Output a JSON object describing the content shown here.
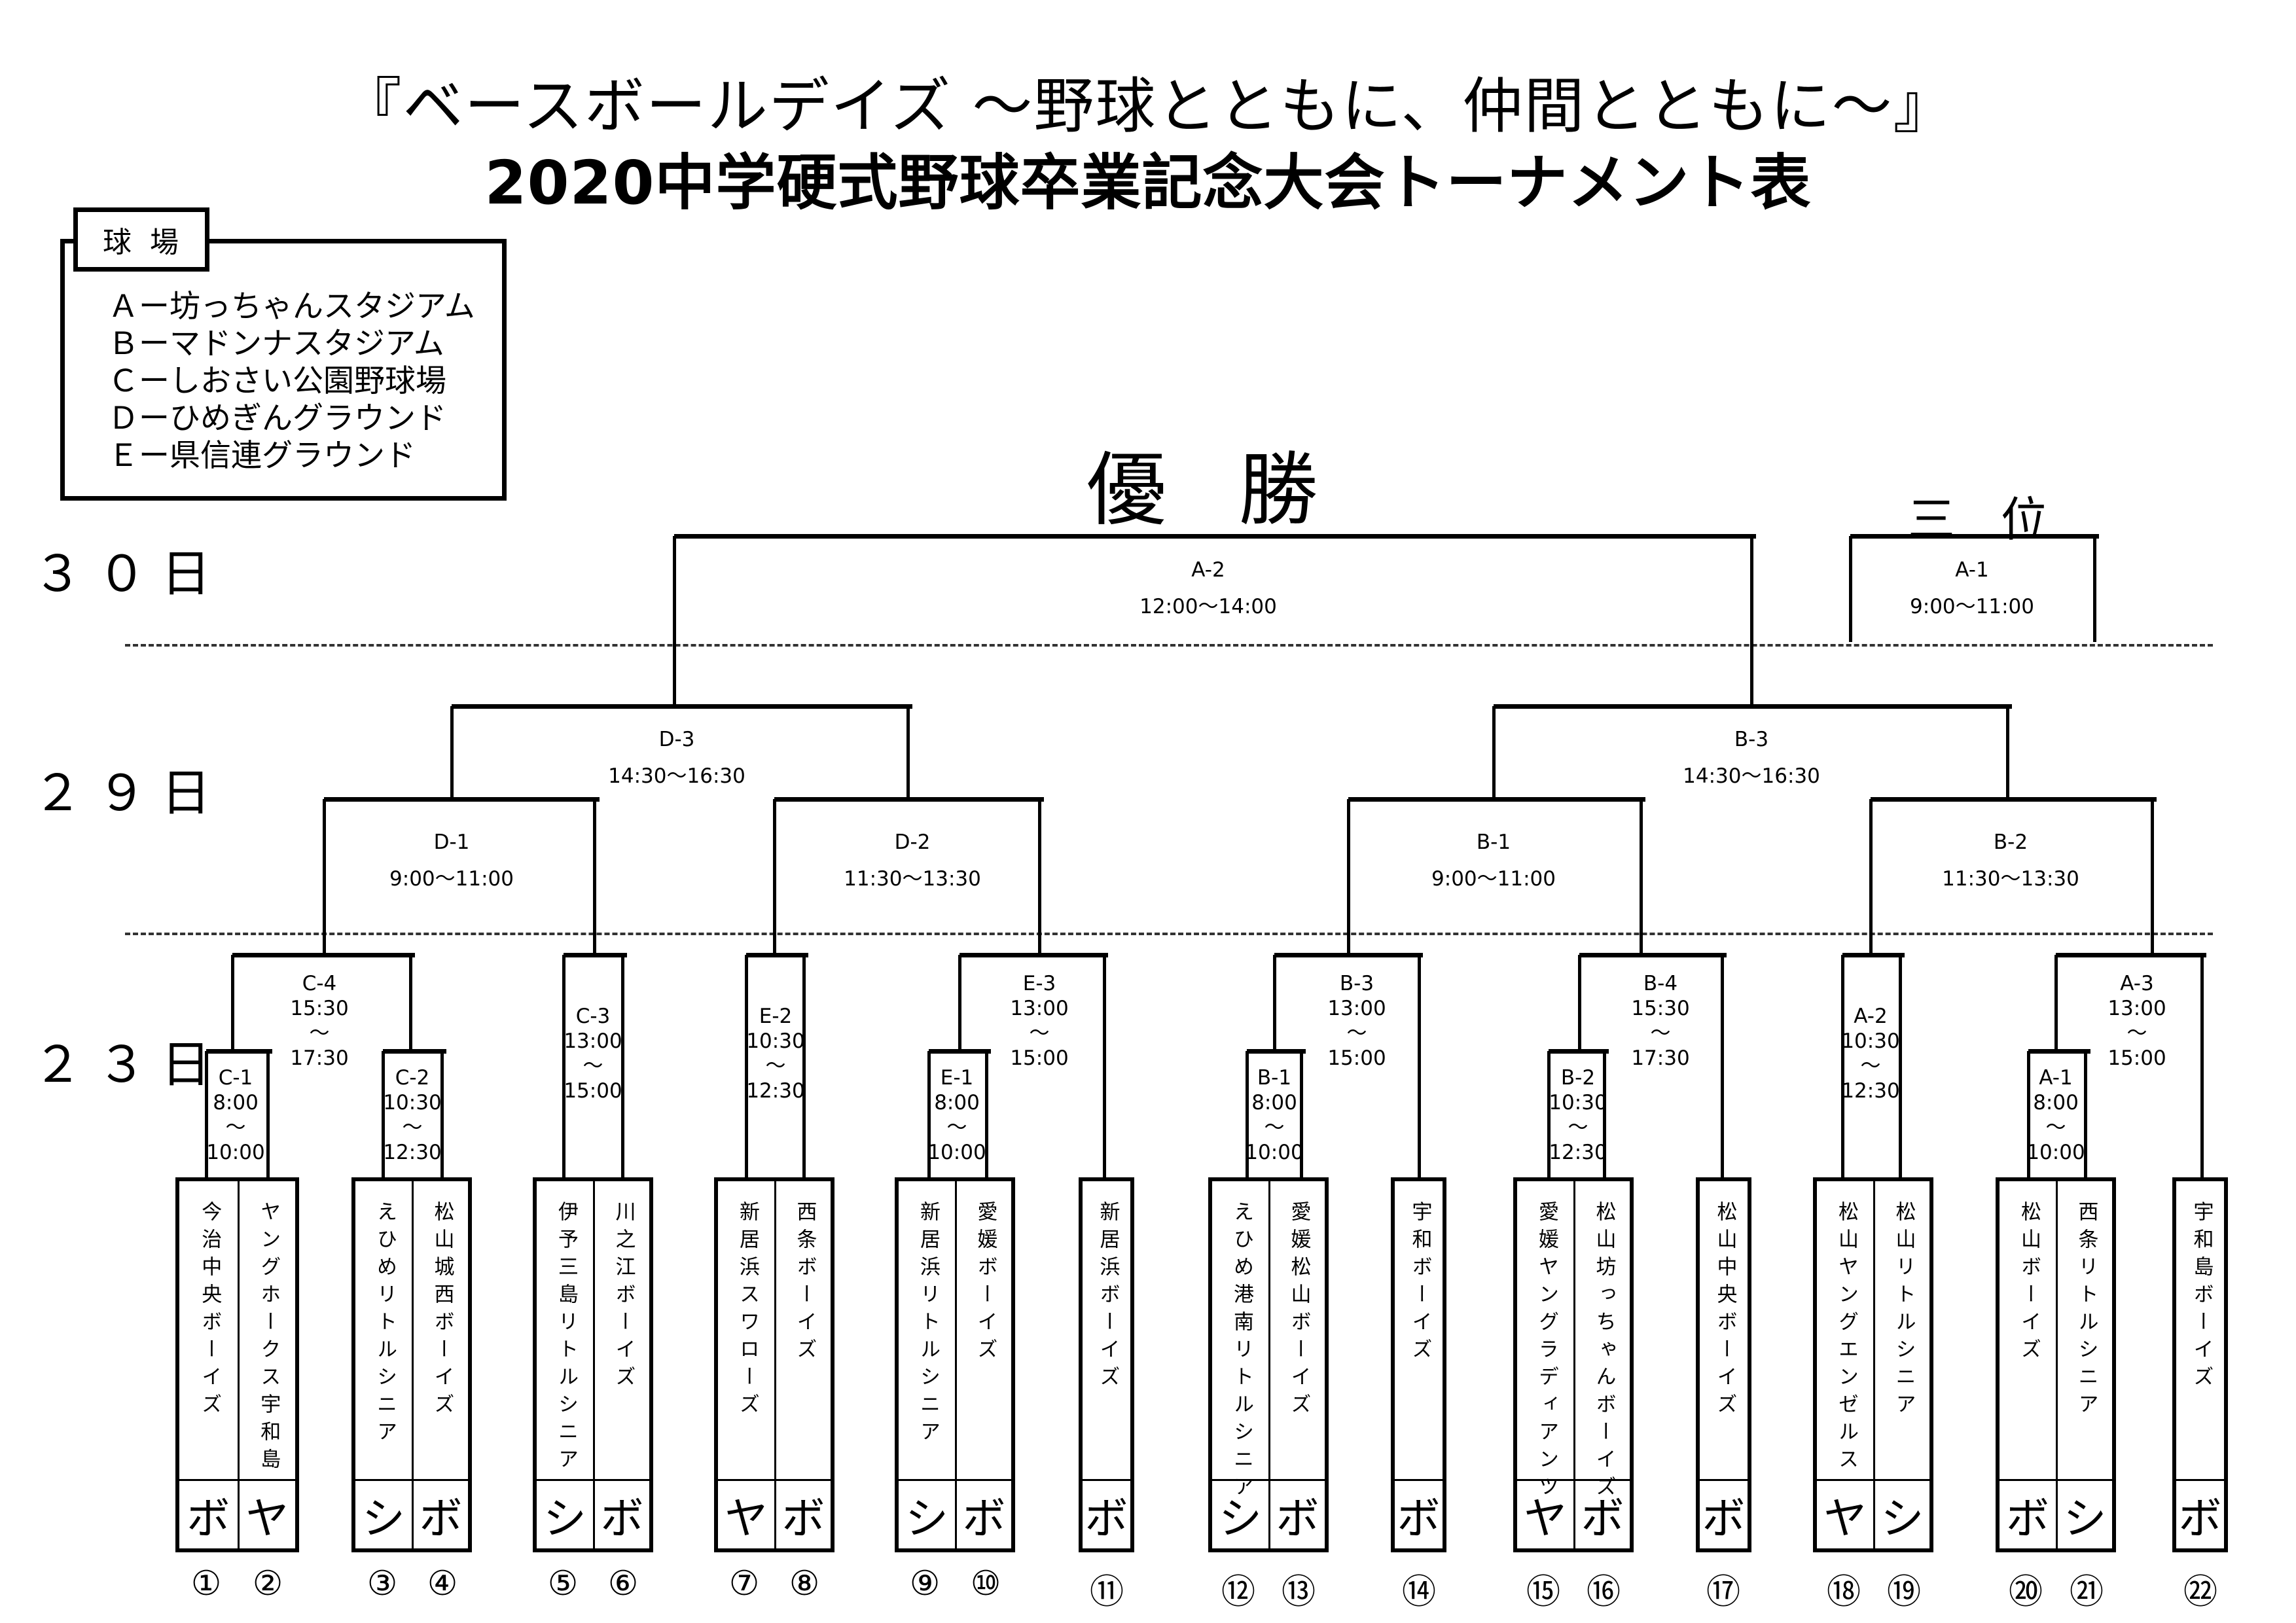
{
  "title": {
    "line1": "『ベースボールデイズ ～野球とともに、仲間とともに～』",
    "line2": "2020中学硬式野球卒業記念大会トーナメント表"
  },
  "legend": {
    "heading": "球場",
    "items": [
      "Ａー坊っちゃんスタジアム",
      "Ｂーマドンナスタジアム",
      "Ｃーしおさい公園野球場",
      "Ｄーひめぎんグラウンド",
      "Ｅー県信連グラウンド"
    ]
  },
  "days": {
    "day30": "３０日",
    "day29": "２９日",
    "day23": "２３日"
  },
  "headings": {
    "champion": "優勝",
    "third_place": "三位"
  },
  "matches": {
    "final": {
      "code": "A-2",
      "time": "12:00～14:00"
    },
    "third": {
      "code": "A-1",
      "time": "9:00～11:00"
    },
    "d3": {
      "code": "D-3",
      "time": "14:30～16:30"
    },
    "b3_29": {
      "code": "B-3",
      "time": "14:30～16:30"
    },
    "d1": {
      "code": "D-1",
      "time": "9:00～11:00"
    },
    "d2": {
      "code": "D-2",
      "time": "11:30～13:30"
    },
    "b1_29": {
      "code": "B-1",
      "time": "9:00～11:00"
    },
    "b2_29": {
      "code": "B-2",
      "time": "11:30～13:30"
    },
    "c4": {
      "code": "C-4",
      "start": "15:30",
      "sep": "～",
      "end": "17:30"
    },
    "c1": {
      "code": "C-1",
      "start": "8:00",
      "sep": "～",
      "end": "10:00"
    },
    "c2": {
      "code": "C-2",
      "start": "10:30",
      "sep": "～",
      "end": "12:30"
    },
    "c3": {
      "code": "C-3",
      "start": "13:00",
      "sep": "～",
      "end": "15:00"
    },
    "e2": {
      "code": "E-2",
      "start": "10:30",
      "sep": "～",
      "end": "12:30"
    },
    "e3": {
      "code": "E-3",
      "start": "13:00",
      "sep": "～",
      "end": "15:00"
    },
    "e1": {
      "code": "E-1",
      "start": "8:00",
      "sep": "～",
      "end": "10:00"
    },
    "b3_23": {
      "code": "B-3",
      "start": "13:00",
      "sep": "～",
      "end": "15:00"
    },
    "b1_23": {
      "code": "B-1",
      "start": "8:00",
      "sep": "～",
      "end": "10:00"
    },
    "b4": {
      "code": "B-4",
      "start": "15:30",
      "sep": "～",
      "end": "17:30"
    },
    "b2_23": {
      "code": "B-2",
      "start": "10:30",
      "sep": "～",
      "end": "12:30"
    },
    "a2_23": {
      "code": "A-2",
      "start": "10:30",
      "sep": "～",
      "end": "12:30"
    },
    "a3": {
      "code": "A-3",
      "start": "13:00",
      "sep": "～",
      "end": "15:00"
    },
    "a1_23": {
      "code": "A-1",
      "start": "8:00",
      "sep": "～",
      "end": "10:00"
    }
  },
  "teams": [
    {
      "seed": "①",
      "name": "今治中央ボーイズ",
      "league": "ボ"
    },
    {
      "seed": "②",
      "name": "ヤングホークス宇和島",
      "league": "ヤ"
    },
    {
      "seed": "③",
      "name": "えひめリトルシニア",
      "league": "シ"
    },
    {
      "seed": "④",
      "name": "松山城西ボーイズ",
      "league": "ボ"
    },
    {
      "seed": "⑤",
      "name": "伊予三島リトルシニア",
      "league": "シ"
    },
    {
      "seed": "⑥",
      "name": "川之江ボーイズ",
      "league": "ボ"
    },
    {
      "seed": "⑦",
      "name": "新居浜スワローズ",
      "league": "ヤ"
    },
    {
      "seed": "⑧",
      "name": "西条ボーイズ",
      "league": "ボ"
    },
    {
      "seed": "⑨",
      "name": "新居浜リトルシニア",
      "league": "シ"
    },
    {
      "seed": "⑩",
      "name": "愛媛ボーイズ",
      "league": "ボ"
    },
    {
      "seed": "⑪",
      "name": "新居浜ボーイズ",
      "league": "ボ"
    },
    {
      "seed": "⑫",
      "name": "えひめ港南リトルシニア",
      "league": "シ"
    },
    {
      "seed": "⑬",
      "name": "愛媛松山ボーイズ",
      "league": "ボ"
    },
    {
      "seed": "⑭",
      "name": "宇和ボーイズ",
      "league": "ボ"
    },
    {
      "seed": "⑮",
      "name": "愛媛ヤングラディアンツ",
      "league": "ヤ"
    },
    {
      "seed": "⑯",
      "name": "松山坊っちゃんボーイズ",
      "league": "ボ"
    },
    {
      "seed": "⑰",
      "name": "松山中央ボーイズ",
      "league": "ボ"
    },
    {
      "seed": "⑱",
      "name": "松山ヤングエンゼルス",
      "league": "ヤ"
    },
    {
      "seed": "⑲",
      "name": "松山リトルシニア",
      "league": "シ"
    },
    {
      "seed": "⑳",
      "name": "松山ボーイズ",
      "league": "ボ"
    },
    {
      "seed": "㉑",
      "name": "西条リトルシニア",
      "league": "シ"
    },
    {
      "seed": "㉒",
      "name": "宇和島ボーイズ",
      "league": "ボ"
    }
  ]
}
